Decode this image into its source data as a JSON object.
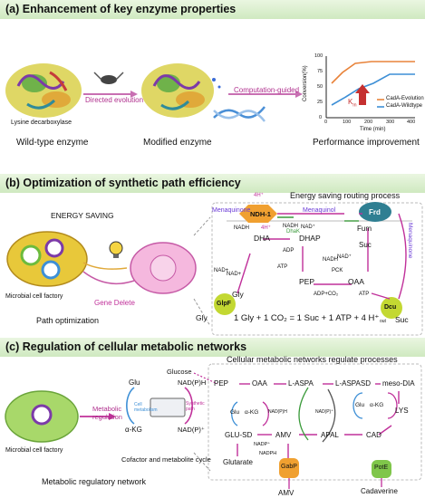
{
  "panel_a": {
    "title": "(a) Enhancement of key enzyme properties",
    "lysine_label": "Lysine decarboxylase",
    "wild_label": "Wild-type enzyme",
    "directed_label": "Directed evolution",
    "modified_label": "Modified enzyme",
    "computation_label": "Computation-guided",
    "performance_label": "Performance improvement",
    "chart": {
      "ylabel": "Conversion(%)",
      "xlabel": "Time (min)",
      "xticks": [
        "0",
        "100",
        "200",
        "300",
        "400"
      ],
      "yticks": [
        "0",
        "25",
        "50",
        "75",
        "100"
      ],
      "legend_evo": "CadA-Evolution",
      "legend_wt": "CadA-Wildtype",
      "km_label": "K",
      "km_sub": "m",
      "color_evo": "#e8833a",
      "color_wt": "#3d8fd6"
    }
  },
  "panel_b": {
    "title": "(b) Optimization of synthetic path efficiency",
    "energy_saving": "ENERGY SAVING",
    "microbial": "Microbial cell factory",
    "gene_delete": "Gene Delete",
    "path_opt": "Path optimization",
    "routing_title": "Energy saving routing process",
    "menaquinone_left": "Menaquinone",
    "menaquinol": "Menaquinol",
    "menaquinone_right": "Menaquinone",
    "ndh1": "NDH-1",
    "h4_top": "4H⁺",
    "h4_inner": "4H⁺",
    "nadh1": "NADH",
    "nad1": "NAD+",
    "frd": "Frd",
    "fum": "Fum",
    "suc": "Suc",
    "dha": "DHA",
    "dhap": "DHAP",
    "nadh_plus": "NADH",
    "nad_plus2": "NAD⁺",
    "dhak": "DhaK",
    "adp1": "ADP",
    "atp1": "ATP",
    "nad_plus3": "NAD+",
    "gly": "Gly",
    "gly_out": "Gly",
    "glpf": "GlpF",
    "pep": "PEP",
    "oaa": "OAA",
    "pck": "PCK",
    "nadh2": "NADH",
    "nad3": "NAD⁺",
    "adp_co2": "ADP+CO₂",
    "atp2": "ATP",
    "dcu": "Dcu",
    "out_label": "out",
    "suc_out": "Suc",
    "equation": "1 Gly + 1 CO₂ = 1 Suc + 1 ATP + 4 H⁺"
  },
  "panel_c": {
    "title": "(c) Regulation of cellular metabolic networks",
    "microbial": "Microbial cell factory",
    "metabolic_regulation": "Metabolic regulation",
    "network_label": "Metabolic regulatory network",
    "cofactor_label": "Cofactor and metabolite cycle",
    "glu": "Glu",
    "akg": "α-KG",
    "nadph_top": "NAD(P)H",
    "nadp_bottom": "NAD(P)⁺",
    "cell_metabolism": "Cell metabolism",
    "synthetic_path": "Synthetic path",
    "glucose": "Glucose",
    "networks_title": "Cellular metabolic networks regulate processes",
    "pep": "PEP",
    "oaa": "OAA",
    "laspa": "L-ASPA",
    "laspasd": "L-ASPASD",
    "mesodia": "meso-DIA",
    "lys": "LYS",
    "glu2": "Glu",
    "akg2": "α-KG",
    "nadph_a": "NAD(P)H",
    "nadp_a": "NAD(P)⁺",
    "glu3": "Glu",
    "akg3": "α-KG",
    "gluSD": "GLU-SD",
    "amv": "AMV",
    "apal": "APAL",
    "cad": "CAD",
    "nadp_b": "NADP⁺",
    "nadph_b": "NADPH",
    "glutarate": "Glutarate",
    "gabp": "GabP",
    "potE": "PotE",
    "amv_out": "AMV",
    "cadaverine": "Cadaverine"
  }
}
